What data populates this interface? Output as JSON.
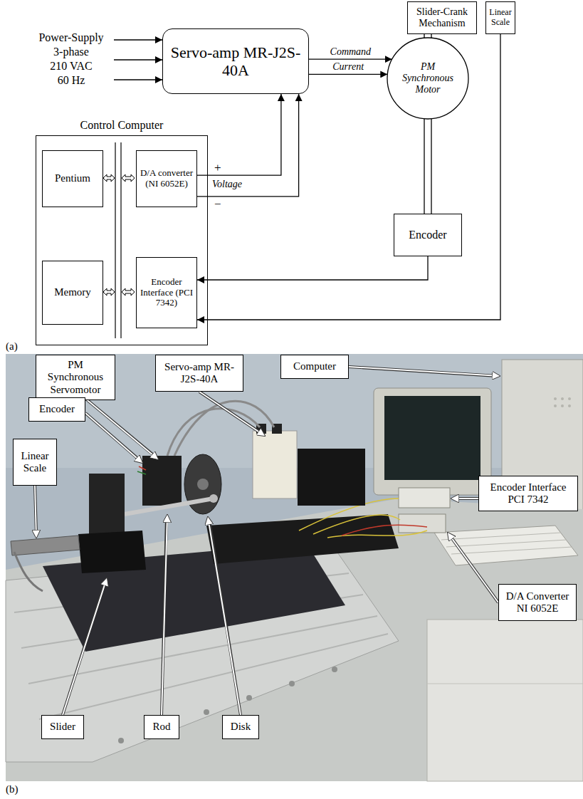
{
  "diagram": {
    "nodes": [
      {
        "text": [
          "Slider-Crank Mechanism"
        ]
      },
      {
        "text": [
          "Linear Scale"
        ]
      },
      {
        "text": [
          "Servo-amp MR-J2S-40A"
        ]
      },
      {
        "text": [
          "PM Synchronous Motor"
        ]
      },
      {
        "text": [
          "Control Computer"
        ]
      },
      {
        "text": [
          "Pentium"
        ],
        "in": 4
      },
      {
        "text": [
          "Memory"
        ],
        "in": 4
      },
      {
        "text": [
          "D/A converter (NI 6052E)"
        ],
        "in": 4
      },
      {
        "text": [
          "Encoder Interface (PCI 7342)"
        ],
        "in": 4
      },
      {
        "text": [
          "Encoder"
        ]
      },
      {
        "text": [
          "PM Synchronous Servomotor"
        ]
      },
      {
        "text": [
          "Servo-amp MR-J2S-40A"
        ]
      },
      {
        "text": [
          "Computer"
        ]
      },
      {
        "text": [
          "Encoder"
        ]
      },
      {
        "text": [
          "Linear Scale"
        ]
      },
      {
        "text": [
          "Encoder Interface PCI 7342"
        ]
      },
      {
        "text": [
          "D/A Converter NI 6052E"
        ]
      },
      {
        "text": [
          "Slider"
        ]
      },
      {
        "text": [
          "Rod"
        ]
      },
      {
        "text": [
          "Disk"
        ]
      }
    ],
    "edges": [
      {
        "from": 2,
        "to": 3,
        "label": "Command",
        "arrow": "to"
      },
      {
        "from": 2,
        "to": 3,
        "label": "Current",
        "arrow": "to"
      },
      {
        "from": 0,
        "to": 3,
        "arrow": "none"
      },
      {
        "from": 3,
        "to": 9,
        "arrow": "none"
      },
      {
        "from": 7,
        "to": 2,
        "label": "+",
        "arrow": "to"
      },
      {
        "from": 7,
        "to": 2,
        "label": "−",
        "arrow": "to"
      },
      {
        "from": 9,
        "to": 8,
        "arrow": "to"
      },
      {
        "from": 1,
        "to": 8,
        "arrow": "to"
      }
    ],
    "labels": [
      "Power-Supply",
      "3-phase",
      "210 VAC",
      "60 Hz",
      "Voltage",
      "(a)",
      "(b)"
    ]
  }
}
